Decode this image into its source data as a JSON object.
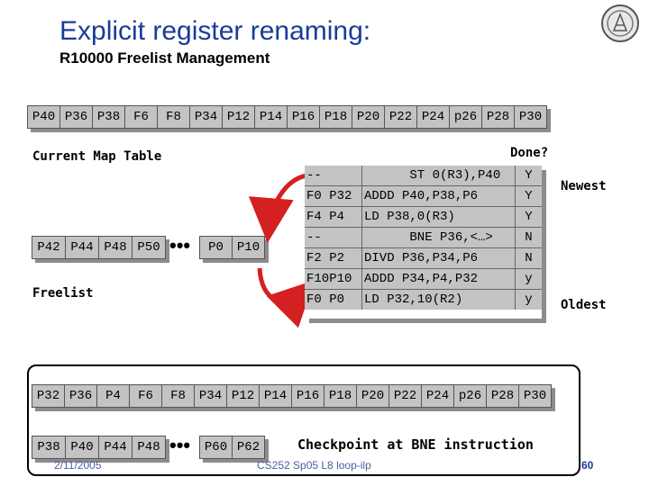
{
  "title": "Explicit register renaming:",
  "subtitle": "R10000 Freelist Management",
  "top_freelist": [
    "P40",
    "P36",
    "P38",
    "F6",
    "F8",
    "P34",
    "P12",
    "P14",
    "P16",
    "P18",
    "P20",
    "P22",
    "P24",
    "p26",
    "P28",
    "P30"
  ],
  "map_table_label": "Current Map Table",
  "map_cells_left": [
    "P42",
    "P44",
    "P48",
    "P50"
  ],
  "map_cells_right": [
    "P0",
    "P10"
  ],
  "ellipsis": "•••",
  "freelist_label": "Freelist",
  "done_label": "Done?",
  "newest_label": "Newest",
  "oldest_label": "Oldest",
  "rob": [
    {
      "reg": "--",
      "inst": "      ST 0(R3),P40",
      "done": "Y"
    },
    {
      "reg": "F0 P32",
      "inst": "ADDD P40,P38,P6",
      "done": "Y"
    },
    {
      "reg": "F4 P4",
      "inst": "LD P38,0(R3)",
      "done": "Y"
    },
    {
      "reg": "--",
      "inst": "      BNE P36,<…>",
      "done": "N"
    },
    {
      "reg": "F2 P2",
      "inst": "DIVD P36,P34,P6",
      "done": "N"
    },
    {
      "reg": "F10P10",
      "inst": "ADDD P34,P4,P32",
      "done": "y"
    },
    {
      "reg": "F0 P0",
      "inst": "LD P32,10(R2)",
      "done": "y"
    }
  ],
  "checkpoint_row1": [
    "P32",
    "P36",
    "P4",
    "F6",
    "F8",
    "P34",
    "P12",
    "P14",
    "P16",
    "P18",
    "P20",
    "P22",
    "P24",
    "p26",
    "P28",
    "P30"
  ],
  "checkpoint_row2_left": [
    "P38",
    "P40",
    "P44",
    "P48"
  ],
  "checkpoint_row2_right": [
    "P60",
    "P62"
  ],
  "checkpoint_label": "Checkpoint at BNE instruction",
  "footer_left": "2/11/2005",
  "footer_center": "CS252 Sp05 L8 loop-ilp",
  "page_number": "60",
  "colors": {
    "title": "#1a3b9a",
    "cell": "#c3c3c3",
    "arrow": "#d42020"
  }
}
